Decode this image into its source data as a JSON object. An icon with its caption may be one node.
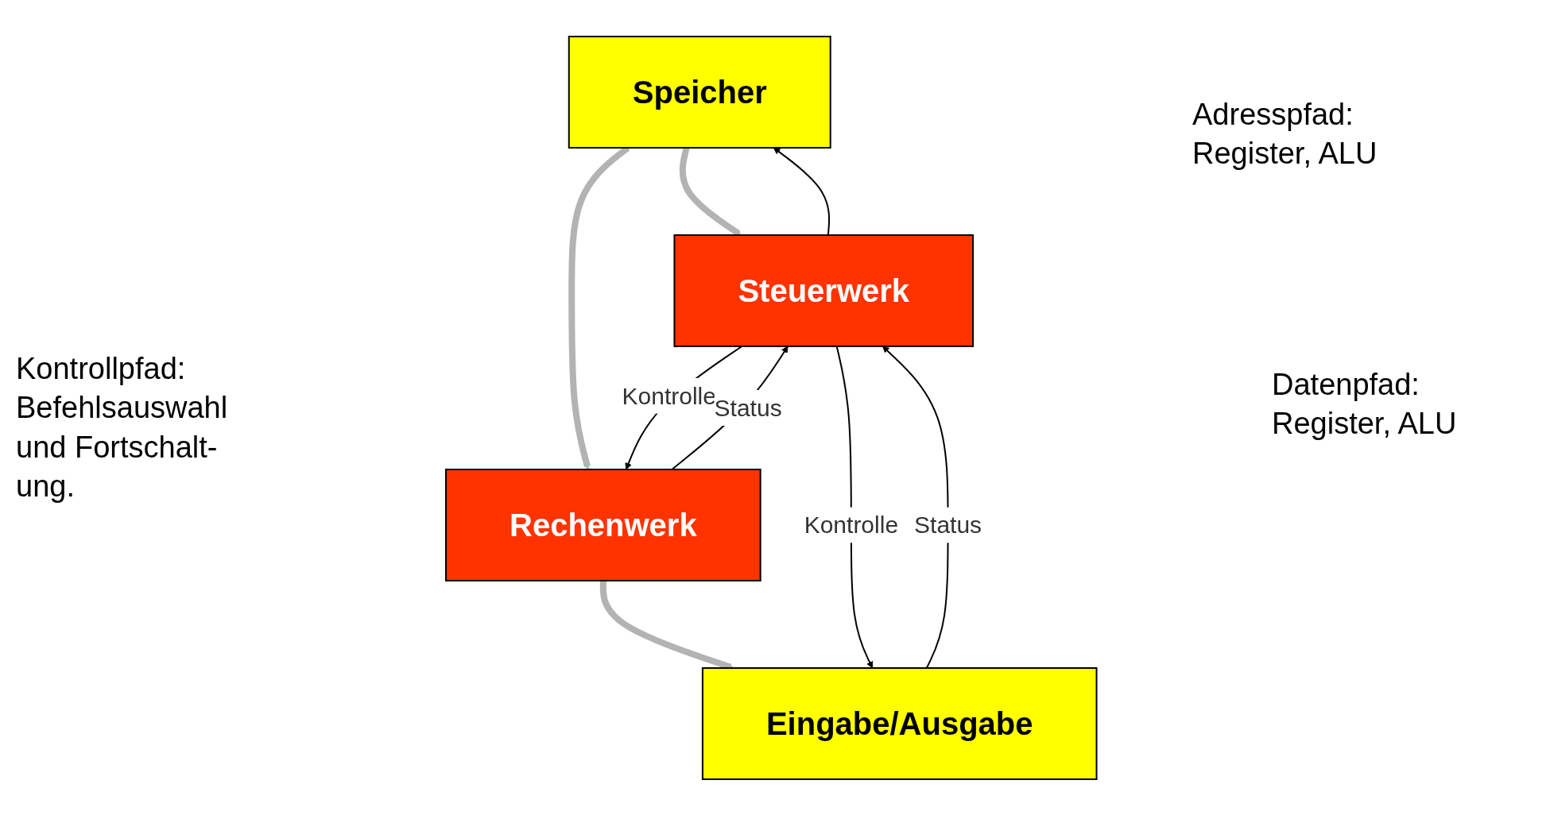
{
  "diagram": {
    "nodes": [
      {
        "text": [
          "Speicher"
        ]
      },
      {
        "text": [
          "Steuerwerk"
        ]
      },
      {
        "text": [
          "Rechenwerk"
        ]
      },
      {
        "text": [
          "Eingabe/Ausgabe"
        ]
      }
    ],
    "edges": [
      {
        "from": 1,
        "to": 0,
        "arrow": "to"
      },
      {
        "from": 0,
        "to": 1,
        "arrow": "to",
        "style": "thick",
        "color": "#b3b3b3"
      },
      {
        "from": 0,
        "to": 2,
        "arrow": "to",
        "style": "thick",
        "color": "#b3b3b3"
      },
      {
        "from": 1,
        "to": 2,
        "arrow": "to",
        "label": "Kontrolle"
      },
      {
        "from": 2,
        "to": 1,
        "arrow": "to",
        "label": "Status"
      },
      {
        "from": 2,
        "to": 3,
        "arrow": "to",
        "style": "thick",
        "color": "#b3b3b3"
      },
      {
        "from": 1,
        "to": 3,
        "arrow": "to",
        "label": "Kontrolle"
      },
      {
        "from": 3,
        "to": 1,
        "arrow": "to",
        "label": "Status"
      }
    ],
    "labels": [
      "Adresspfad: Register, ALU",
      "Kontrollpfad: Befehlsauswahl und Fortschalt- ung.",
      "Datenpfad: Register, ALU"
    ]
  }
}
